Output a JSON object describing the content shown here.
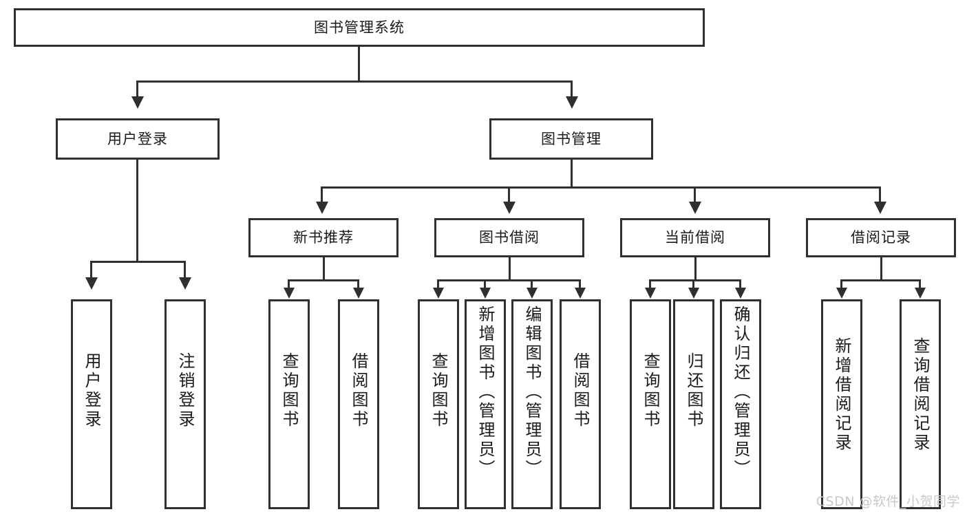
{
  "diagram": {
    "title": "图书管理系统",
    "type": "tree-hierarchy-chart",
    "watermark": "CSDN @软件_小贺同学",
    "colors": {
      "stroke": "#2f2f2f",
      "fill": "#ffffff",
      "text": "#1a1a1a",
      "watermark": "#c9c9c9"
    }
  },
  "nodes": {
    "root": {
      "label": "图书管理系统"
    },
    "level2": [
      {
        "label": "用户登录"
      },
      {
        "label": "图书管理"
      }
    ],
    "level3": [
      {
        "label": "新书推荐"
      },
      {
        "label": "图书借阅"
      },
      {
        "label": "当前借阅"
      },
      {
        "label": "借阅记录"
      }
    ],
    "leaves": {
      "user_login": [
        {
          "label": "用户登录"
        },
        {
          "label": "注销登录"
        }
      ],
      "new_book": [
        {
          "label": "查询图书"
        },
        {
          "label": "借阅图书"
        }
      ],
      "book_borrow": [
        {
          "label": "查询图书"
        },
        {
          "label": "新增图书（管理员）"
        },
        {
          "label": "编辑图书（管理员）"
        },
        {
          "label": "借阅图书"
        }
      ],
      "current_borrow": [
        {
          "label": "查询图书"
        },
        {
          "label": "归还图书"
        },
        {
          "label": "确认归还（管理员）"
        }
      ],
      "borrow_record": [
        {
          "label": "新增借阅记录"
        },
        {
          "label": "查询借阅记录"
        }
      ]
    }
  },
  "chart_data": {
    "type": "tree",
    "title": "图书管理系统",
    "root": "图书管理系统",
    "edges": [
      {
        "from": "图书管理系统",
        "to": "用户登录"
      },
      {
        "from": "图书管理系统",
        "to": "图书管理"
      },
      {
        "from": "用户登录",
        "to": "用户登录"
      },
      {
        "from": "用户登录",
        "to": "注销登录"
      },
      {
        "from": "图书管理",
        "to": "新书推荐"
      },
      {
        "from": "图书管理",
        "to": "图书借阅"
      },
      {
        "from": "图书管理",
        "to": "当前借阅"
      },
      {
        "from": "图书管理",
        "to": "借阅记录"
      },
      {
        "from": "新书推荐",
        "to": "查询图书"
      },
      {
        "from": "新书推荐",
        "to": "借阅图书"
      },
      {
        "from": "图书借阅",
        "to": "查询图书"
      },
      {
        "from": "图书借阅",
        "to": "新增图书（管理员）"
      },
      {
        "from": "图书借阅",
        "to": "编辑图书（管理员）"
      },
      {
        "from": "图书借阅",
        "to": "借阅图书"
      },
      {
        "from": "当前借阅",
        "to": "查询图书"
      },
      {
        "from": "当前借阅",
        "to": "归还图书"
      },
      {
        "from": "当前借阅",
        "to": "确认归还（管理员）"
      },
      {
        "from": "借阅记录",
        "to": "新增借阅记录"
      },
      {
        "from": "借阅记录",
        "to": "查询借阅记录"
      }
    ],
    "depth": 4,
    "node_count": 20
  }
}
